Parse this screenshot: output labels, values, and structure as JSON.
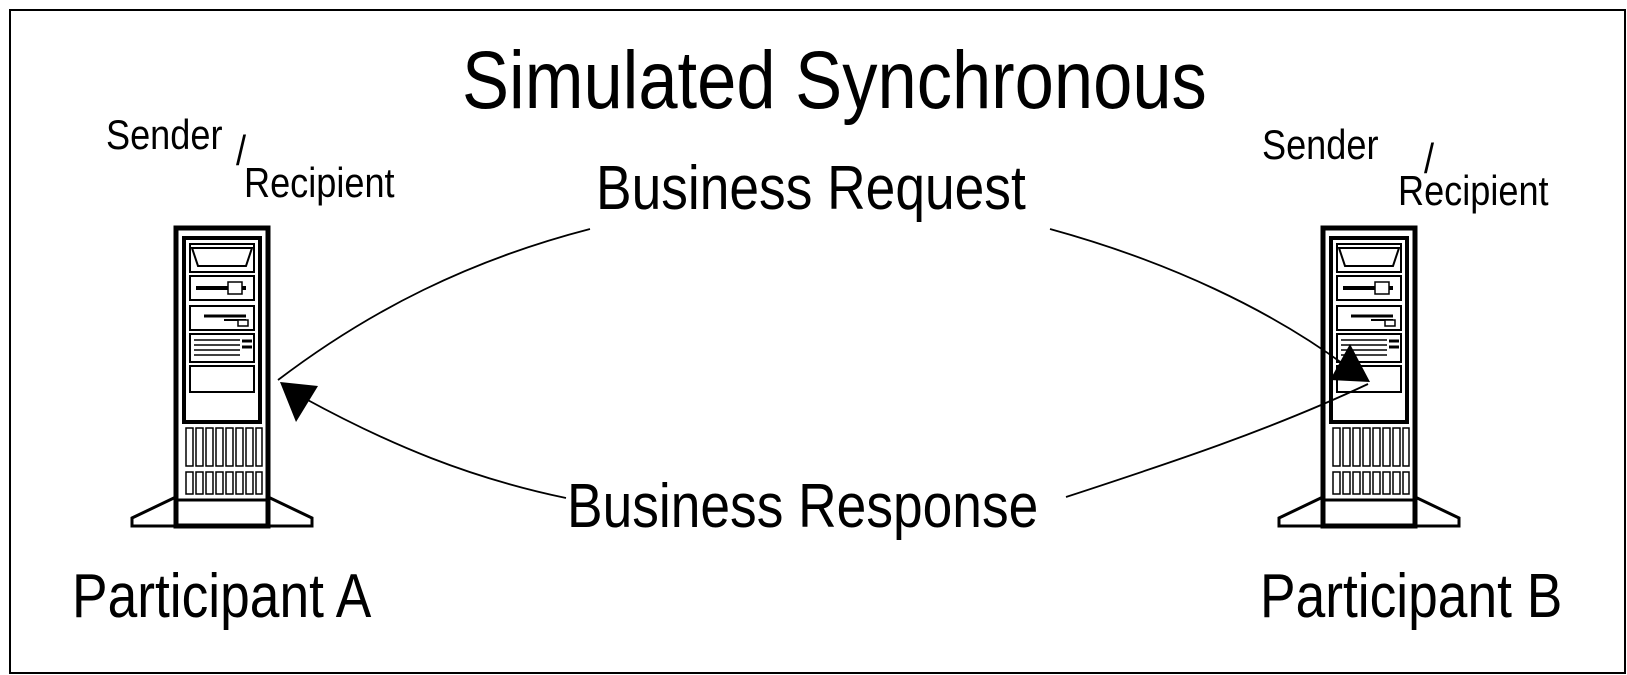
{
  "diagram": {
    "title": "Simulated Synchronous",
    "request_label": "Business Request",
    "response_label": "Business Response",
    "participant_a": {
      "sender": "Sender",
      "slash": "/",
      "recipient": "Recipient",
      "name": "Participant A",
      "icon": "server-tower-icon"
    },
    "participant_b": {
      "sender": "Sender",
      "slash": "/",
      "recipient": "Recipient",
      "name": "Participant B",
      "icon": "server-tower-icon"
    },
    "colors": {
      "line": "#000000",
      "background": "#ffffff"
    }
  }
}
